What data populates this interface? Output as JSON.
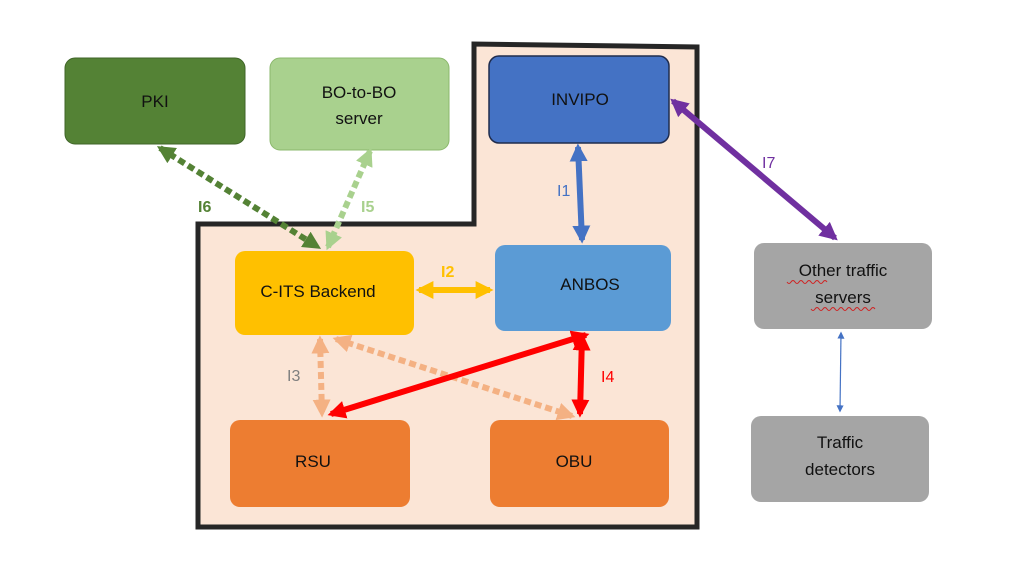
{
  "nodes": {
    "pki": {
      "label": "PKI",
      "color": "#548235"
    },
    "bo_to_bo": {
      "line1": "BO-to-BO",
      "line2": "server",
      "color": "#a9d18e"
    },
    "invipo": {
      "label": "INVIPO",
      "color": "#4472c4"
    },
    "cits_backend": {
      "label": "C-ITS Backend",
      "color": "#ffc000"
    },
    "anbos": {
      "label": "ANBOS",
      "color": "#5b9bd5"
    },
    "rsu": {
      "label": "RSU",
      "color": "#ed7d31"
    },
    "obu": {
      "label": "OBU",
      "color": "#ed7d31"
    },
    "other_traffic_servers": {
      "line1": "Other traffic",
      "line2": "servers",
      "color": "#a5a5a5"
    },
    "traffic_detectors": {
      "line1": "Traffic",
      "line2": "detectors",
      "color": "#a5a5a5"
    }
  },
  "interfaces": {
    "i1": {
      "label": "I1",
      "color": "#4472c4"
    },
    "i2": {
      "label": "I2",
      "color": "#ffc000"
    },
    "i3": {
      "label": "I3",
      "color": "#7f7f7f"
    },
    "i4": {
      "label": "I4",
      "color": "#ff0000"
    },
    "i5": {
      "label": "I5",
      "color": "#a9d18e"
    },
    "i6": {
      "label": "I6",
      "color": "#548235"
    },
    "i7": {
      "label": "I7",
      "color": "#7030a0"
    }
  },
  "links": {
    "rsu_obu_color": "#f4b183",
    "obu_anbos_color": "#ff0000",
    "detectors_color": "#4472c4"
  },
  "boundary": {
    "fill": "#fbe5d6",
    "stroke": "#262626"
  }
}
